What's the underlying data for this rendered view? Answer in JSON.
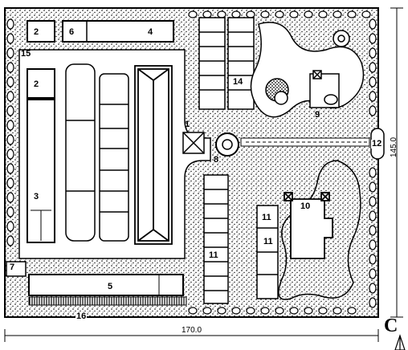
{
  "plan": {
    "labels": {
      "l1": "1",
      "l2a": "2",
      "l2b": "2",
      "l3": "3",
      "l4": "4",
      "l5": "5",
      "l6": "6",
      "l7": "7",
      "l8": "8",
      "l9": "9",
      "l10": "10",
      "l11a": "11",
      "l11b": "11",
      "l11c": "11",
      "l12": "12",
      "l14": "14",
      "l15": "15",
      "l16": "16"
    },
    "dimension_width": "170.0",
    "dimension_height": "145.0",
    "sheet_letter": "C"
  },
  "colors": {
    "ink": "#000000",
    "paper": "#ffffff"
  }
}
